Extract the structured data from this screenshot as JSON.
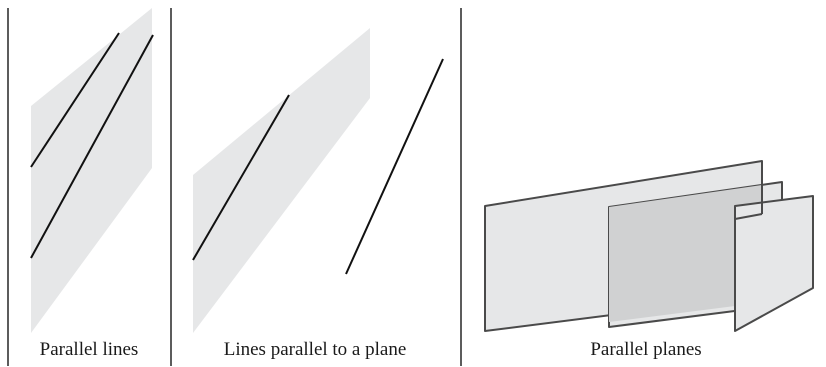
{
  "panels": [
    {
      "caption": "Parallel lines"
    },
    {
      "caption": "Lines parallel to a plane"
    },
    {
      "caption": "Parallel planes"
    }
  ],
  "colors": {
    "divider": "#333333",
    "plane_fill": "#e6e7e8",
    "plane_overlap_fill": "#d0d1d2",
    "line": "#111111",
    "plane_edge": "#4a4a4a"
  }
}
